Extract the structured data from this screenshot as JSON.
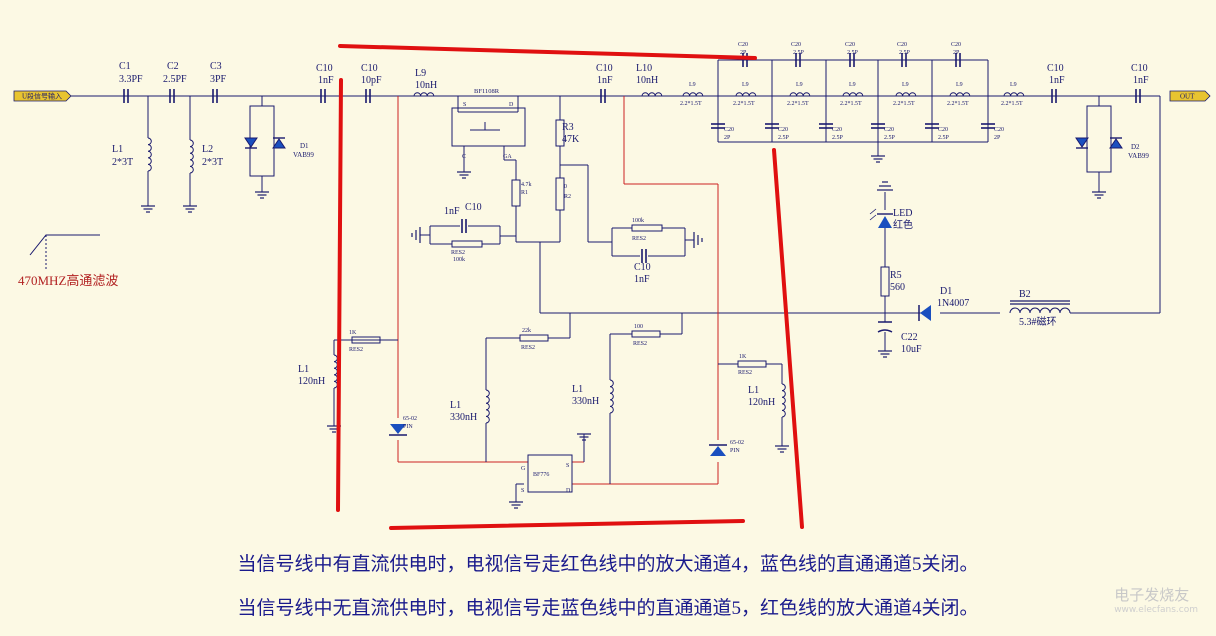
{
  "colors": {
    "wire": "#1a1a6e",
    "path": "#cc2222",
    "bg": "#fcf9e4",
    "diode": "#1a4fbf",
    "connector": "#e8c430",
    "marker": "#e01010"
  },
  "connectors": {
    "in": "U段信号输入",
    "out": "OUT"
  },
  "annotation": "470MHZ高通滤波",
  "components": {
    "c1": [
      "C1",
      "3.3PF"
    ],
    "c2": [
      "C2",
      "2.5PF"
    ],
    "c3": [
      "C3",
      "3PF"
    ],
    "c10a": [
      "C10",
      "1nF"
    ],
    "c10b": [
      "C10",
      "10pF"
    ],
    "l9a": [
      "L9",
      "10nH"
    ],
    "q": "BF1108R",
    "qs": "S",
    "qd": "D",
    "qc": "C",
    "qga": "GA",
    "c10c": [
      "C10",
      "1nF"
    ],
    "l10": [
      "L10",
      "10nH"
    ],
    "l1a": [
      "L1",
      "2*3T"
    ],
    "l2": [
      "L2",
      "2*3T"
    ],
    "d1a": [
      "D1",
      "VAB99"
    ],
    "r3": [
      "R3",
      "47K"
    ],
    "r1": [
      "4.7k",
      "R1"
    ],
    "r2": [
      "0",
      "R2"
    ],
    "c10d": [
      "1nF",
      "C10"
    ],
    "res2a": [
      "RES2",
      "100k"
    ],
    "res2b": [
      "100k",
      "RES2"
    ],
    "c10e": [
      "C10",
      "1nF"
    ],
    "l9chain": "L9",
    "l9val": "2.2*1.5T",
    "c20": "C20",
    "c20v1": "2P",
    "c20v2": "2.5P",
    "c10f": [
      "C10",
      "1nF"
    ],
    "c10g": [
      "C10",
      "1nF"
    ],
    "d2": [
      "D2",
      "VAB99"
    ],
    "led": [
      "LED",
      "红色"
    ],
    "r5": [
      "R5",
      "560"
    ],
    "d1b": [
      "D1",
      "1N4007"
    ],
    "b2": [
      "B2",
      "5.3#磁环"
    ],
    "c22": [
      "C22",
      "10uF"
    ],
    "l1b": [
      "L1",
      "120nH"
    ],
    "res1k": [
      "1K",
      "RES2"
    ],
    "pin1": [
      "65-02",
      "PIN"
    ],
    "res22k": [
      "22k",
      "RES2"
    ],
    "l1c": [
      "L1",
      "330nH"
    ],
    "bf776": "BF776",
    "bfg": "G",
    "bfs": "S",
    "bfs2": "S",
    "bfd": "D",
    "res100": [
      "100",
      "RES2"
    ],
    "l1d": [
      "L1",
      "330nH"
    ],
    "res1kb": [
      "1K",
      "RES2"
    ],
    "l1e": [
      "L1",
      "120nH"
    ],
    "pin2": [
      "65-02",
      "PIN"
    ]
  },
  "notes": [
    "当信号线中有直流供电时，电视信号走红色线中的放大通道4，蓝色线的直通通道5关闭。",
    "当信号线中无直流供电时，电视信号走蓝色线中的直通通道5，红色线的放大通道4关闭。"
  ],
  "watermark": {
    "text": "电子发烧友",
    "sub": "www.elecfans.com"
  }
}
